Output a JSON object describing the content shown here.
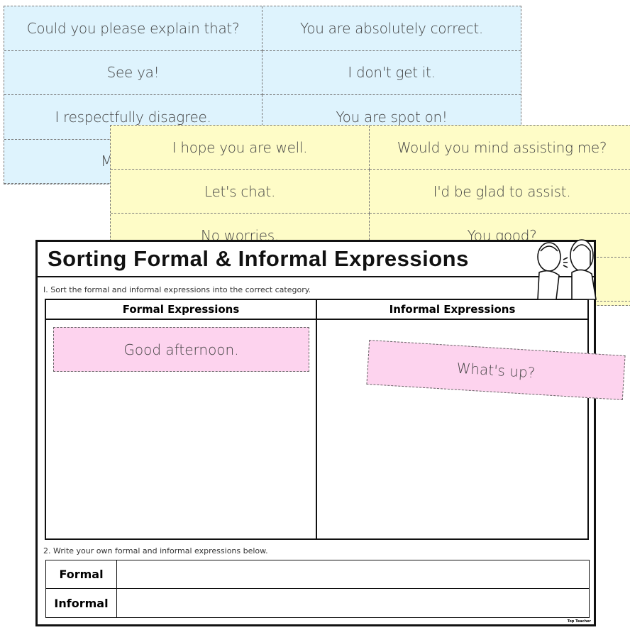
{
  "blue_cards": [
    "Could you please explain that?",
    "You are absolutely correct.",
    "See ya!",
    "I don't get it.",
    "I respectfully disagree.",
    "You are spot on!",
    "M",
    ""
  ],
  "yellow_cards": [
    "I hope you are well.",
    "Would you mind assisting me?",
    "Let's chat.",
    "I'd be glad to assist.",
    "No worries.",
    "You good?",
    "",
    ""
  ],
  "worksheet": {
    "title": "Sorting Formal & Informal Expressions",
    "instruction1": "I.    Sort the formal and informal expressions into the correct category.",
    "col_formal": "Formal Expressions",
    "col_informal": "Informal Expressions",
    "instruction2": "2.    Write your own formal and informal expressions below.",
    "row_formal": "Formal",
    "row_informal": "Informal",
    "brand": "Top Teacher"
  },
  "placed_cards": {
    "formal": "Good afternoon.",
    "informal": "What's up?"
  },
  "colors": {
    "blue_sheet": "#def3fd",
    "yellow_sheet": "#fefcc7",
    "pink_card": "#fdd3ee"
  }
}
